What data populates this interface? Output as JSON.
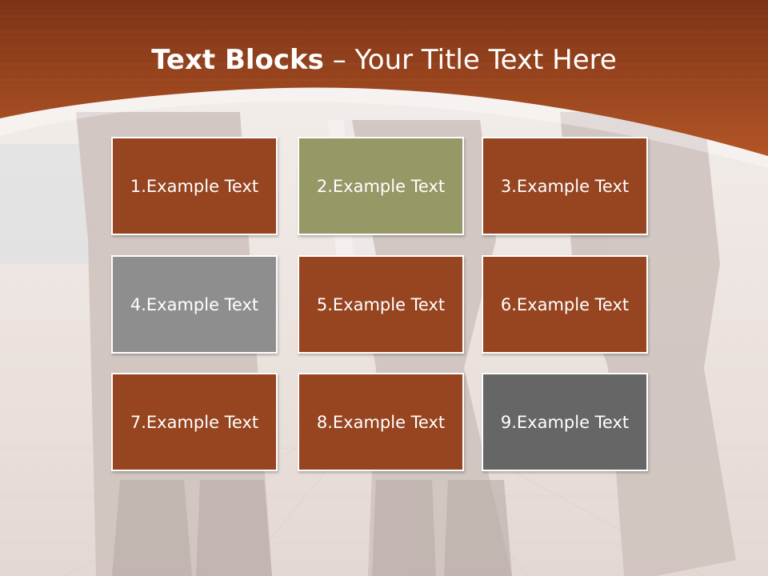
{
  "title": {
    "bold": "Text Blocks",
    "separator": " – ",
    "rest": "Your Title Text Here"
  },
  "colors": {
    "header": "#a84d22",
    "block_brown": "#974420",
    "block_olive": "#969865",
    "block_gray": "#8e8e8e",
    "block_dark_gray": "#666666"
  },
  "blocks": [
    {
      "label": "1.Example Text",
      "color": "#974420"
    },
    {
      "label": "2.Example Text",
      "color": "#969865"
    },
    {
      "label": "3.Example Text",
      "color": "#974420"
    },
    {
      "label": "4.Example Text",
      "color": "#8e8e8e"
    },
    {
      "label": "5.Example Text",
      "color": "#974420"
    },
    {
      "label": "6.Example Text",
      "color": "#974420"
    },
    {
      "label": "7.Example Text",
      "color": "#974420"
    },
    {
      "label": "8.Example Text",
      "color": "#974420"
    },
    {
      "label": "9.Example Text",
      "color": "#666666"
    }
  ]
}
